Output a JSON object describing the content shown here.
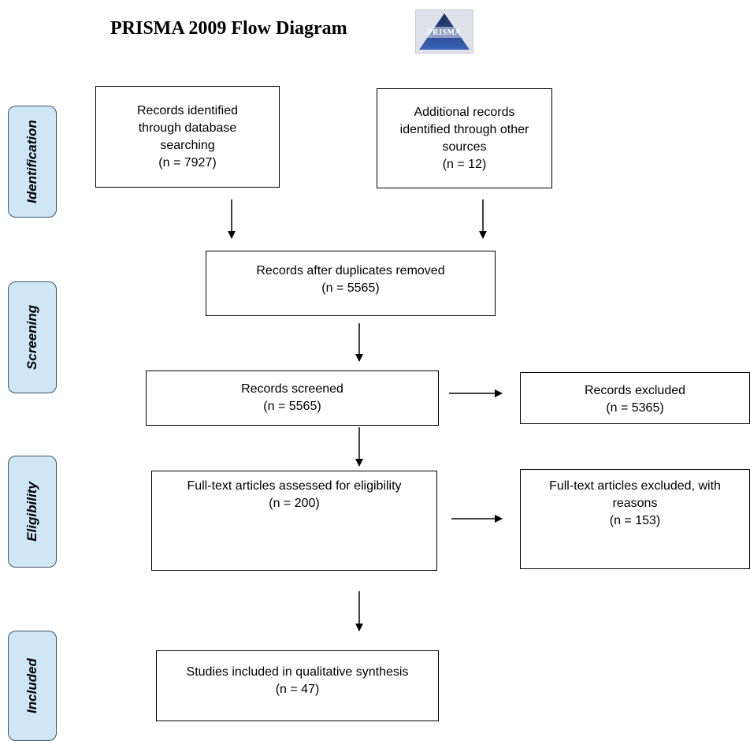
{
  "title": "PRISMA 2009 Flow Diagram",
  "logo": {
    "text": "PRISMA",
    "icon": "prisma-triangle-logo"
  },
  "stages": {
    "identification": "Identification",
    "screening": "Screening",
    "eligibility": "Eligibility",
    "included": "Included"
  },
  "boxes": {
    "database_search": {
      "lines": [
        "Records identified",
        "through database",
        "searching"
      ],
      "count": "(n = 7927)"
    },
    "other_sources": {
      "lines": [
        "Additional records",
        "identified through other",
        "sources"
      ],
      "count": "(n = 12)"
    },
    "duplicates_removed": {
      "lines": [
        "Records after duplicates removed"
      ],
      "count": "(n = 5565)"
    },
    "screened": {
      "lines": [
        "Records screened"
      ],
      "count": "(n = 5565)"
    },
    "excluded": {
      "lines": [
        "Records excluded"
      ],
      "count": "(n = 5365)"
    },
    "eligibility": {
      "lines": [
        "Full-text articles assessed for eligibility"
      ],
      "count": "(n = 200)"
    },
    "fulltext_excluded": {
      "lines": [
        "Full-text articles excluded, with",
        "reasons"
      ],
      "count": "(n = 153)"
    },
    "included": {
      "lines": [
        "Studies included in qualitative synthesis"
      ],
      "count": "(n = 47)"
    }
  }
}
